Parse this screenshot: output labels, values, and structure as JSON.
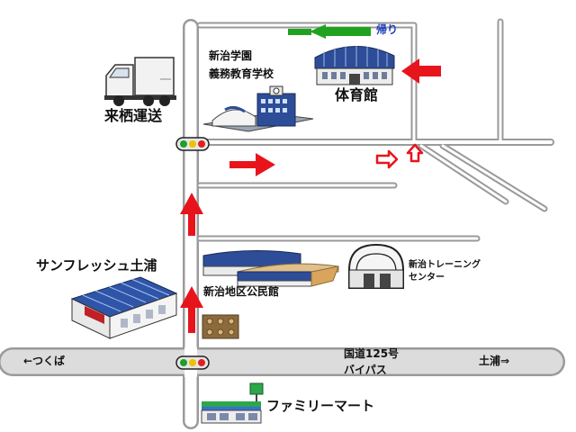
{
  "landmarks": {
    "school_line1": "新治学園",
    "school_line2": "義務教育学校",
    "gym": "体育館",
    "kurusu": "来栖運送",
    "sunfresh": "サンフレッシュ土浦",
    "kominkan": "新治地区公民館",
    "training_line1": "新治トレーニング",
    "training_line2": "センター",
    "familymart": "ファミリーマート",
    "route_line1": "国道125号",
    "route_line2": "バイパス",
    "left_direction": "←つくば",
    "right_direction": "土浦⇒",
    "return": "帰り"
  },
  "colors": {
    "road_fill": "#ffffff",
    "road_edge": "#9a9a9a",
    "highway_fill": "#dcdcdc",
    "arrow": "#e8141c",
    "return_arrow": "#1fa31f",
    "building_blue": "#2e4d98"
  }
}
